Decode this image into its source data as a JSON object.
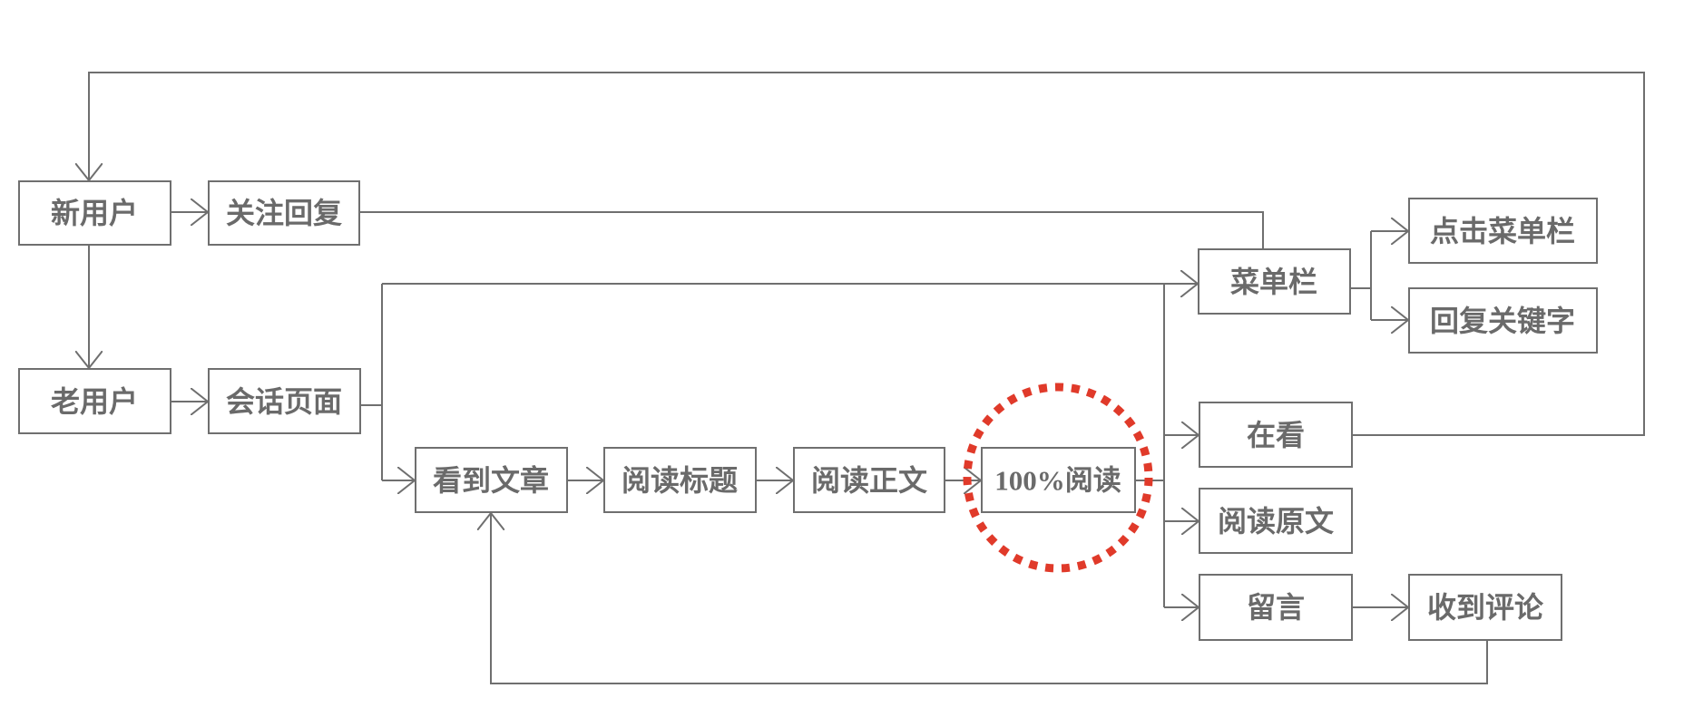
{
  "nodes": {
    "new_user": "新用户",
    "follow_reply": "关注回复",
    "old_user": "老用户",
    "chat_page": "会话页面",
    "see_article": "看到文章",
    "read_title": "阅读标题",
    "read_body": "阅读正文",
    "full_read": "100%阅读",
    "menu_bar": "菜单栏",
    "click_menu": "点击菜单栏",
    "reply_keyword": "回复关键字",
    "watching": "在看",
    "read_original": "阅读原文",
    "comment": "留言",
    "receive_comment": "收到评论"
  },
  "colors": {
    "line": "#6f6f6f",
    "highlight": "#e03a2a"
  }
}
